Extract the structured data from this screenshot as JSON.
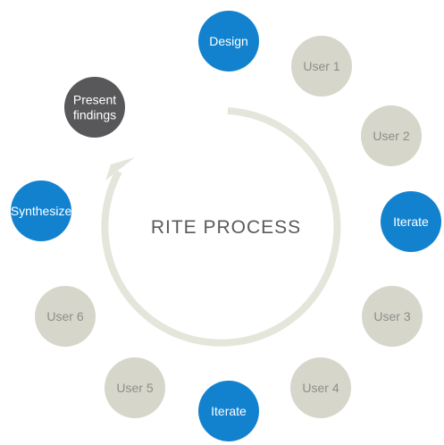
{
  "center_title": "RITE PROCESS",
  "colors": {
    "blue": "#1282cf",
    "gray": "#d6d6cb",
    "dark": "#58585a",
    "arrow": "#e4e6dc",
    "label_on_blue": "#ffffff",
    "label_on_gray": "#8e8e88",
    "label_on_dark": "#ffffff",
    "center_text": "#5a5a5a"
  },
  "nodes": [
    {
      "label": "Design",
      "style": "blue"
    },
    {
      "label": "User 1",
      "style": "gray"
    },
    {
      "label": "User 2",
      "style": "gray"
    },
    {
      "label": "Iterate",
      "style": "blue"
    },
    {
      "label": "User 3",
      "style": "gray"
    },
    {
      "label": "User 4",
      "style": "gray"
    },
    {
      "label": "Iterate",
      "style": "blue"
    },
    {
      "label": "User 5",
      "style": "gray"
    },
    {
      "label": "User 6",
      "style": "gray"
    },
    {
      "label": "Synthesize",
      "style": "blue"
    },
    {
      "label": "Present findings",
      "style": "dark"
    }
  ]
}
